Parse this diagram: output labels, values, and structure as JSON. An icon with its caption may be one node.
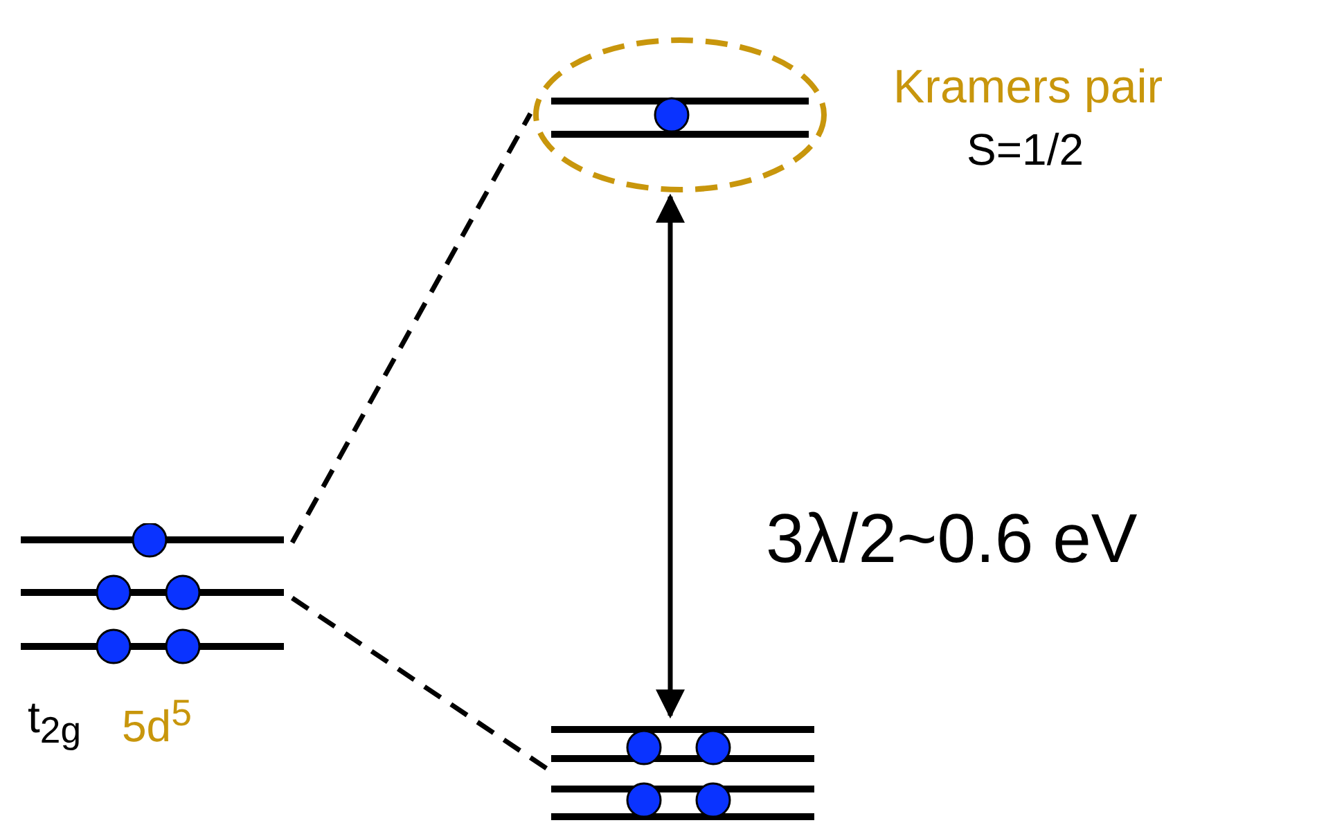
{
  "diagram": {
    "nodes": [
      {
        "text": [],
        "shape": "bar",
        "beside": [
          "t$_{2g}$",
          "5d$^{5}$"
        ]
      },
      {
        "text": [],
        "shape": "ellipse",
        "beside": [
          "Kramers pair",
          "S=1/2"
        ]
      },
      {
        "text": [],
        "shape": "bar"
      }
    ],
    "edges": [
      {
        "from": 0,
        "to": 1,
        "arrow": "none",
        "style": "dashed"
      },
      {
        "from": 0,
        "to": 2,
        "arrow": "none",
        "style": "dashed"
      },
      {
        "from": 1,
        "to": 2,
        "arrow": "both",
        "label": "3λ/2~0.6 eV"
      }
    ]
  }
}
